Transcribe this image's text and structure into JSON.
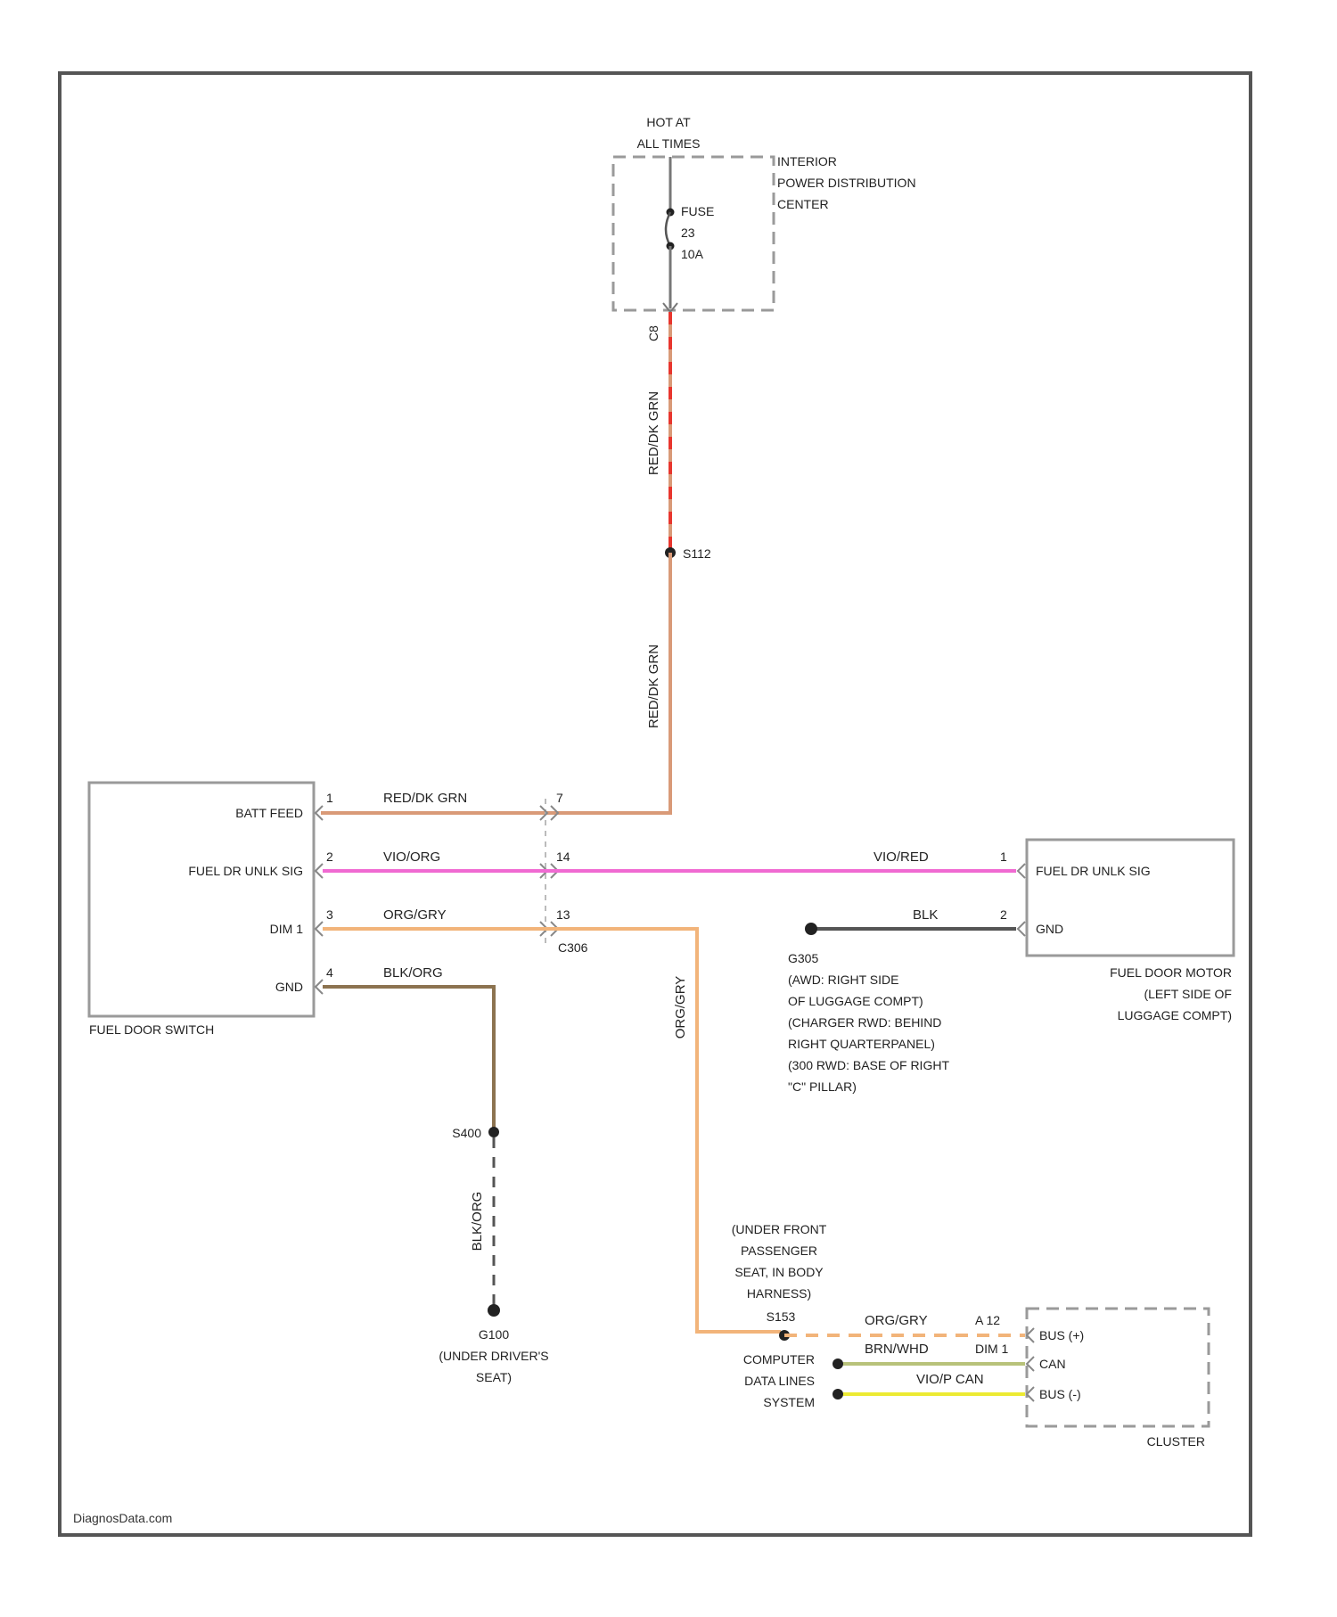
{
  "colors": {
    "frame": "#555555",
    "component_box": "#9a9a9a",
    "red_grn": "#d99a78",
    "red_grn_dash": "#e8362e",
    "vio_org": "#f06ad2",
    "org_gry": "#f2b47a",
    "blk_org": "#8c7350",
    "blk": "#555555",
    "brn_whd": "#b8c27a",
    "vio_can": "#ecea32"
  },
  "power": {
    "hot_line1": "HOT AT",
    "hot_line2": "ALL TIMES",
    "ipdc_line1": "INTERIOR",
    "ipdc_line2": "POWER DISTRIBUTION",
    "ipdc_line3": "CENTER",
    "fuse_line1": "FUSE",
    "fuse_line2": "23",
    "fuse_line3": "10A",
    "connector": "C8",
    "wire_upper": "RED/DK GRN",
    "splice": "S112",
    "wire_lower": "RED/DK GRN"
  },
  "switch": {
    "name": "FUEL DOOR SWITCH",
    "pins": [
      {
        "label": "BATT FEED",
        "num": "1",
        "wire": "RED/DK GRN",
        "conn_pin": "7"
      },
      {
        "label": "FUEL DR UNLK SIG",
        "num": "2",
        "wire": "VIO/ORG",
        "conn_pin": "14"
      },
      {
        "label": "DIM 1",
        "num": "3",
        "wire": "ORG/GRY",
        "conn_pin": "13"
      },
      {
        "label": "GND",
        "num": "4",
        "wire": "BLK/ORG",
        "conn_pin": ""
      }
    ],
    "connector": "C306"
  },
  "motor": {
    "name_line1": "FUEL DOOR MOTOR",
    "name_line2": "(LEFT SIDE OF",
    "name_line3": "LUGGAGE COMPT)",
    "pins": [
      {
        "label": "FUEL DR UNLK SIG",
        "num": "1",
        "wire": "VIO/RED"
      },
      {
        "label": "GND",
        "num": "2",
        "wire": "BLK"
      }
    ]
  },
  "ground_g305": {
    "lines": [
      "G305",
      "(AWD: RIGHT SIDE",
      "OF LUGGAGE COMPT)",
      "(CHARGER RWD: BEHIND",
      "RIGHT QUARTERPANEL)",
      "(300 RWD: BASE OF RIGHT",
      "\"C\" PILLAR)"
    ]
  },
  "ground_g100": {
    "splice": "S400",
    "wire": "BLK/ORG",
    "lines": [
      "G100",
      "(UNDER DRIVER'S",
      "SEAT)"
    ]
  },
  "dim_branch": {
    "wire": "ORG/GRY",
    "splice_note": [
      "(UNDER FRONT",
      "PASSENGER",
      "SEAT, IN BODY",
      "HARNESS)"
    ],
    "splice": "S153"
  },
  "cluster": {
    "name": "CLUSTER",
    "pins": [
      {
        "label": "BUS (+)",
        "wire": "ORG/GRY",
        "pin": "A 12"
      },
      {
        "label": "CAN",
        "wire": "BRN/WHD",
        "pin": "DIM 1"
      },
      {
        "label": "BUS (-)",
        "wire": "VIO/P CAN",
        "pin": ""
      }
    ]
  },
  "computer": {
    "lines": [
      "COMPUTER",
      "DATA LINES",
      "SYSTEM"
    ]
  },
  "watermark": "DiagnosData.com"
}
